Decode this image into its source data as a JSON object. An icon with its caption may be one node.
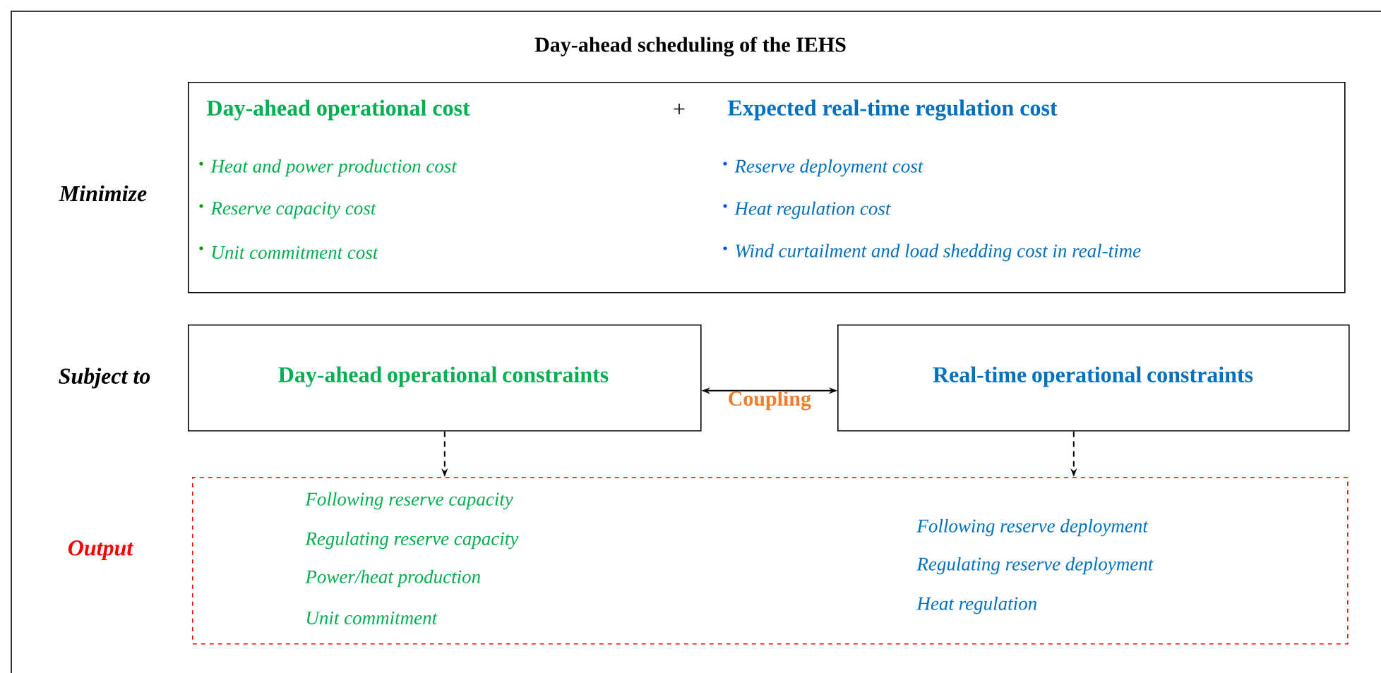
{
  "diagram": {
    "title": "Day-ahead scheduling of the IEHS",
    "nodes": [
      {
        "text": [
          "Day-ahead operational cost",
          "+",
          "Expected real-time regulation cost",
          "Heat and power production cost",
          "Reserve capacity cost",
          "Unit commitment cost",
          "Reserve deployment cost",
          "Heat regulation cost",
          "Wind curtailment and load shedding cost in real-time"
        ]
      },
      {
        "text": [
          "Day-ahead operational constraints"
        ]
      },
      {
        "text": [
          "Real-time operational constraints"
        ]
      },
      {
        "text": [
          "Following reserve capacity",
          "Regulating reserve capacity",
          "Power/heat production",
          "Unit commitment",
          "Following reserve deployment",
          "Regulating reserve deployment",
          "Heat regulation"
        ]
      }
    ],
    "edges": [
      {
        "from": 1,
        "to": 2,
        "arrow": "both",
        "label": "Coupling"
      },
      {
        "from": 1,
        "to": 3,
        "arrow": "to",
        "style": "dashed"
      },
      {
        "from": 2,
        "to": 3,
        "arrow": "to",
        "style": "dashed"
      }
    ],
    "labels": [
      "Minimize",
      "Subject to",
      "Output"
    ]
  }
}
